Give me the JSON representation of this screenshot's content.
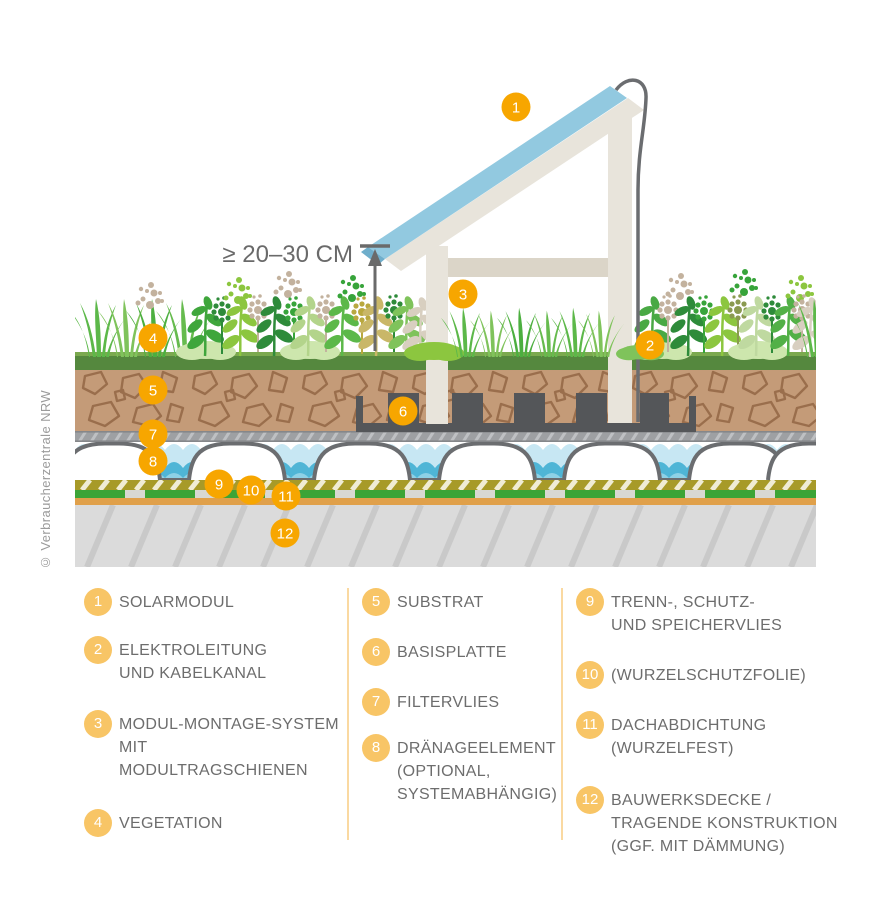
{
  "copyright": "© Verbraucherzentrale NRW",
  "measurement": {
    "label": "≥ 20–30 CM"
  },
  "badge_numbers": [
    "1",
    "2",
    "3",
    "4",
    "5",
    "6",
    "7",
    "8",
    "9",
    "10",
    "11",
    "12"
  ],
  "colors": {
    "diagram_badge_orange": "#F7A600",
    "legend_badge_orange": "#F8C566",
    "legend_divider": "#FAD9A1",
    "label_gray": "#6D6D6D",
    "copyright_gray": "#9B9B9B",
    "solar_panel_blue": "#92C9E0",
    "frame_cream": "#E8E4DB",
    "cable_gray": "#6B6D70",
    "soil_green": "#55883E",
    "substrate_brown": "#C49B78",
    "base_plate_dark": "#545659",
    "filter_fleece_gray": "#9EA0A3",
    "water_light_blue": "#C7E7F3",
    "water_blue": "#4FB5D6",
    "storage_fleece_olive": "#A79A28",
    "root_barrier_green": "#3CA437",
    "membrane_orange": "#E0A04A",
    "deck_gray": "#DBDBDB"
  },
  "legend": {
    "columns": [
      {
        "items": [
          {
            "number": "1",
            "text": "SOLARMODUL"
          },
          {
            "number": "2",
            "text": "ELEKTROLEITUNG\nUND KABELKANAL"
          },
          {
            "number": "3",
            "text": "MODUL-MONTAGE-SYSTEM\nMIT MODULTRAGSCHIENEN"
          },
          {
            "number": "4",
            "text": "VEGETATION"
          }
        ]
      },
      {
        "items": [
          {
            "number": "5",
            "text": "SUBSTRAT"
          },
          {
            "number": "6",
            "text": "BASISPLATTE"
          },
          {
            "number": "7",
            "text": "FILTERVLIES"
          },
          {
            "number": "8",
            "text": "DRÄNAGEELEMENT\n(OPTIONAL,\nSYSTEMABHÄNGIG)"
          }
        ]
      },
      {
        "items": [
          {
            "number": "9",
            "text": "TRENN-, SCHUTZ-\nUND SPEICHERVLIES"
          },
          {
            "number": "10",
            "text": "(WURZELSCHUTZFOLIE)"
          },
          {
            "number": "11",
            "text": "DACHABDICHTUNG\n(WURZELFEST)"
          },
          {
            "number": "12",
            "text": "BAUWERKSDECKE /\nTRAGENDE KONSTRUKTION\n(GGF. MIT DÄMMUNG)"
          }
        ]
      }
    ]
  }
}
